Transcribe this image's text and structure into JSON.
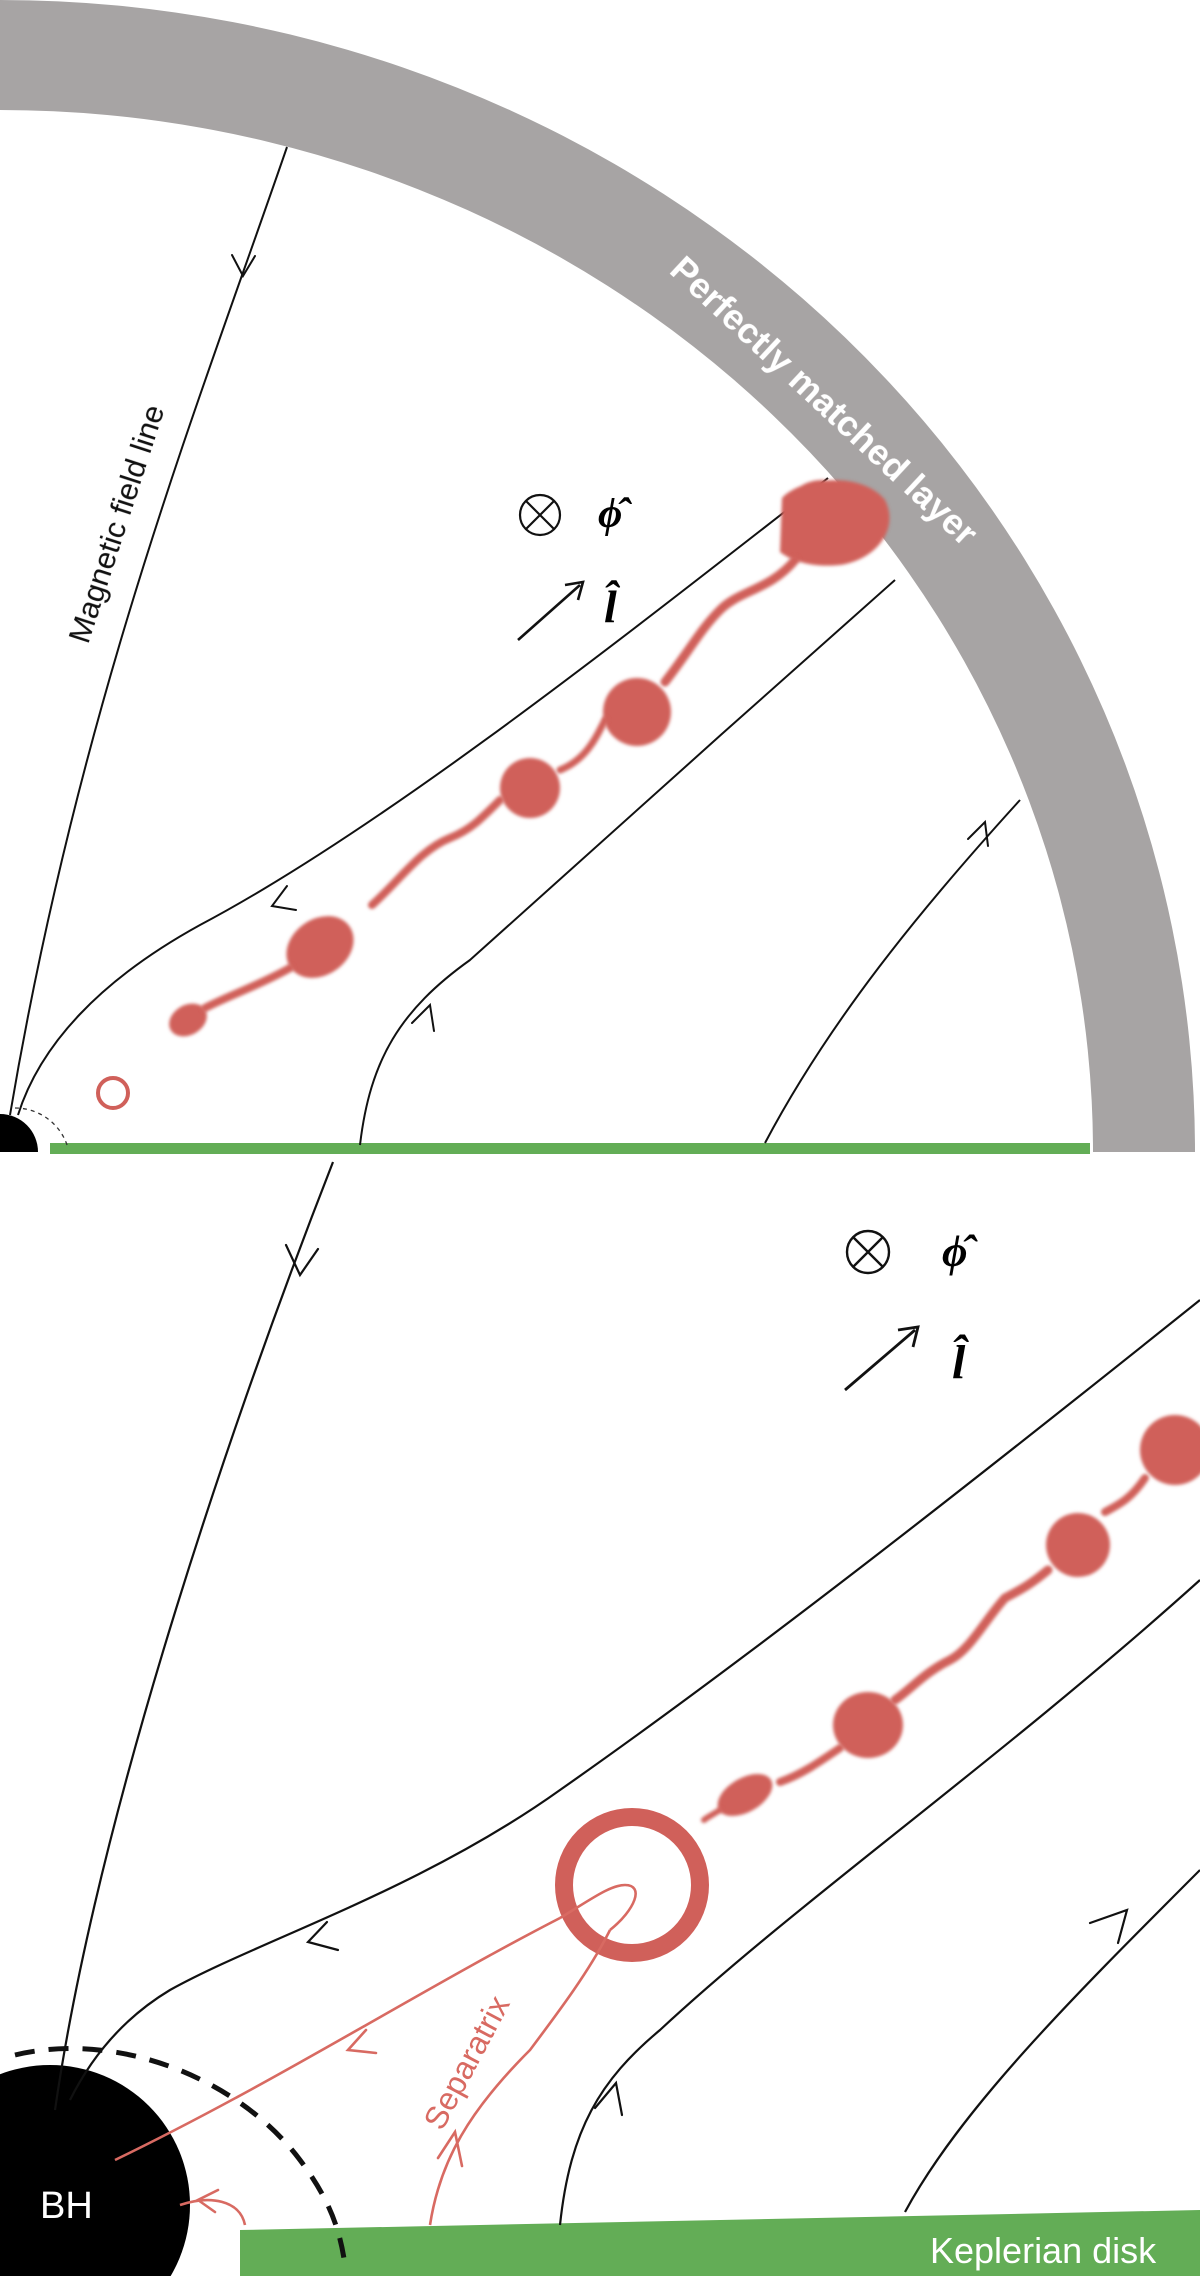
{
  "top_panel": {
    "pml_label": "Perfectly matched layer",
    "field_line_label": "Magnetic field line",
    "phi_symbol": "ϕ̂",
    "l_symbol": "l̂",
    "otimes_symbol": "⊗"
  },
  "bottom_panel": {
    "phi_symbol": "ϕ̂",
    "l_symbol": "l̂",
    "otimes_symbol": "⊗",
    "separatrix_label": "Separatrix",
    "bh_label": "BH",
    "disk_label": "Keplerian disk"
  },
  "colors": {
    "pml_gray": "#a7a4a4",
    "plasmoid_red": "#d0605a",
    "separatrix_red": "#d86a62",
    "disk_green": "#63ad56",
    "line_black": "#111111"
  }
}
